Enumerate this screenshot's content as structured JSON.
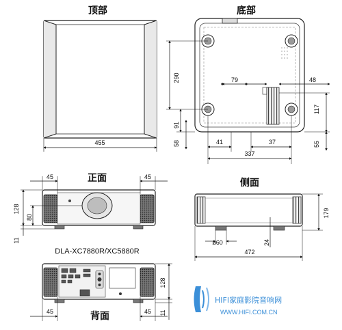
{
  "views": {
    "top": {
      "title": "顶部",
      "width": "455"
    },
    "bottom": {
      "title": "底部",
      "d290": "290",
      "d91": "91",
      "d58": "58",
      "d79": "79",
      "d48": "48",
      "d117": "117",
      "d41": "41",
      "d37": "37",
      "d337": "337",
      "d55": "55"
    },
    "front": {
      "title": "正面",
      "d45_left": "45",
      "d45_right": "45",
      "d128": "128",
      "d80": "80",
      "d11": "11",
      "model": "DLA-XC7880R/XC5880R"
    },
    "side": {
      "title": "侧面",
      "d179": "179",
      "d24": "24",
      "d60": "ø60",
      "d472": "472"
    },
    "rear": {
      "title": "背面",
      "d45_left": "45",
      "d45_right": "45",
      "d128": "128",
      "d11": "11"
    }
  },
  "watermark": {
    "brand": "HIFI家庭影院音响网",
    "url": "WWW.HIFI.COM.CN",
    "color": "#3b8fd8"
  }
}
